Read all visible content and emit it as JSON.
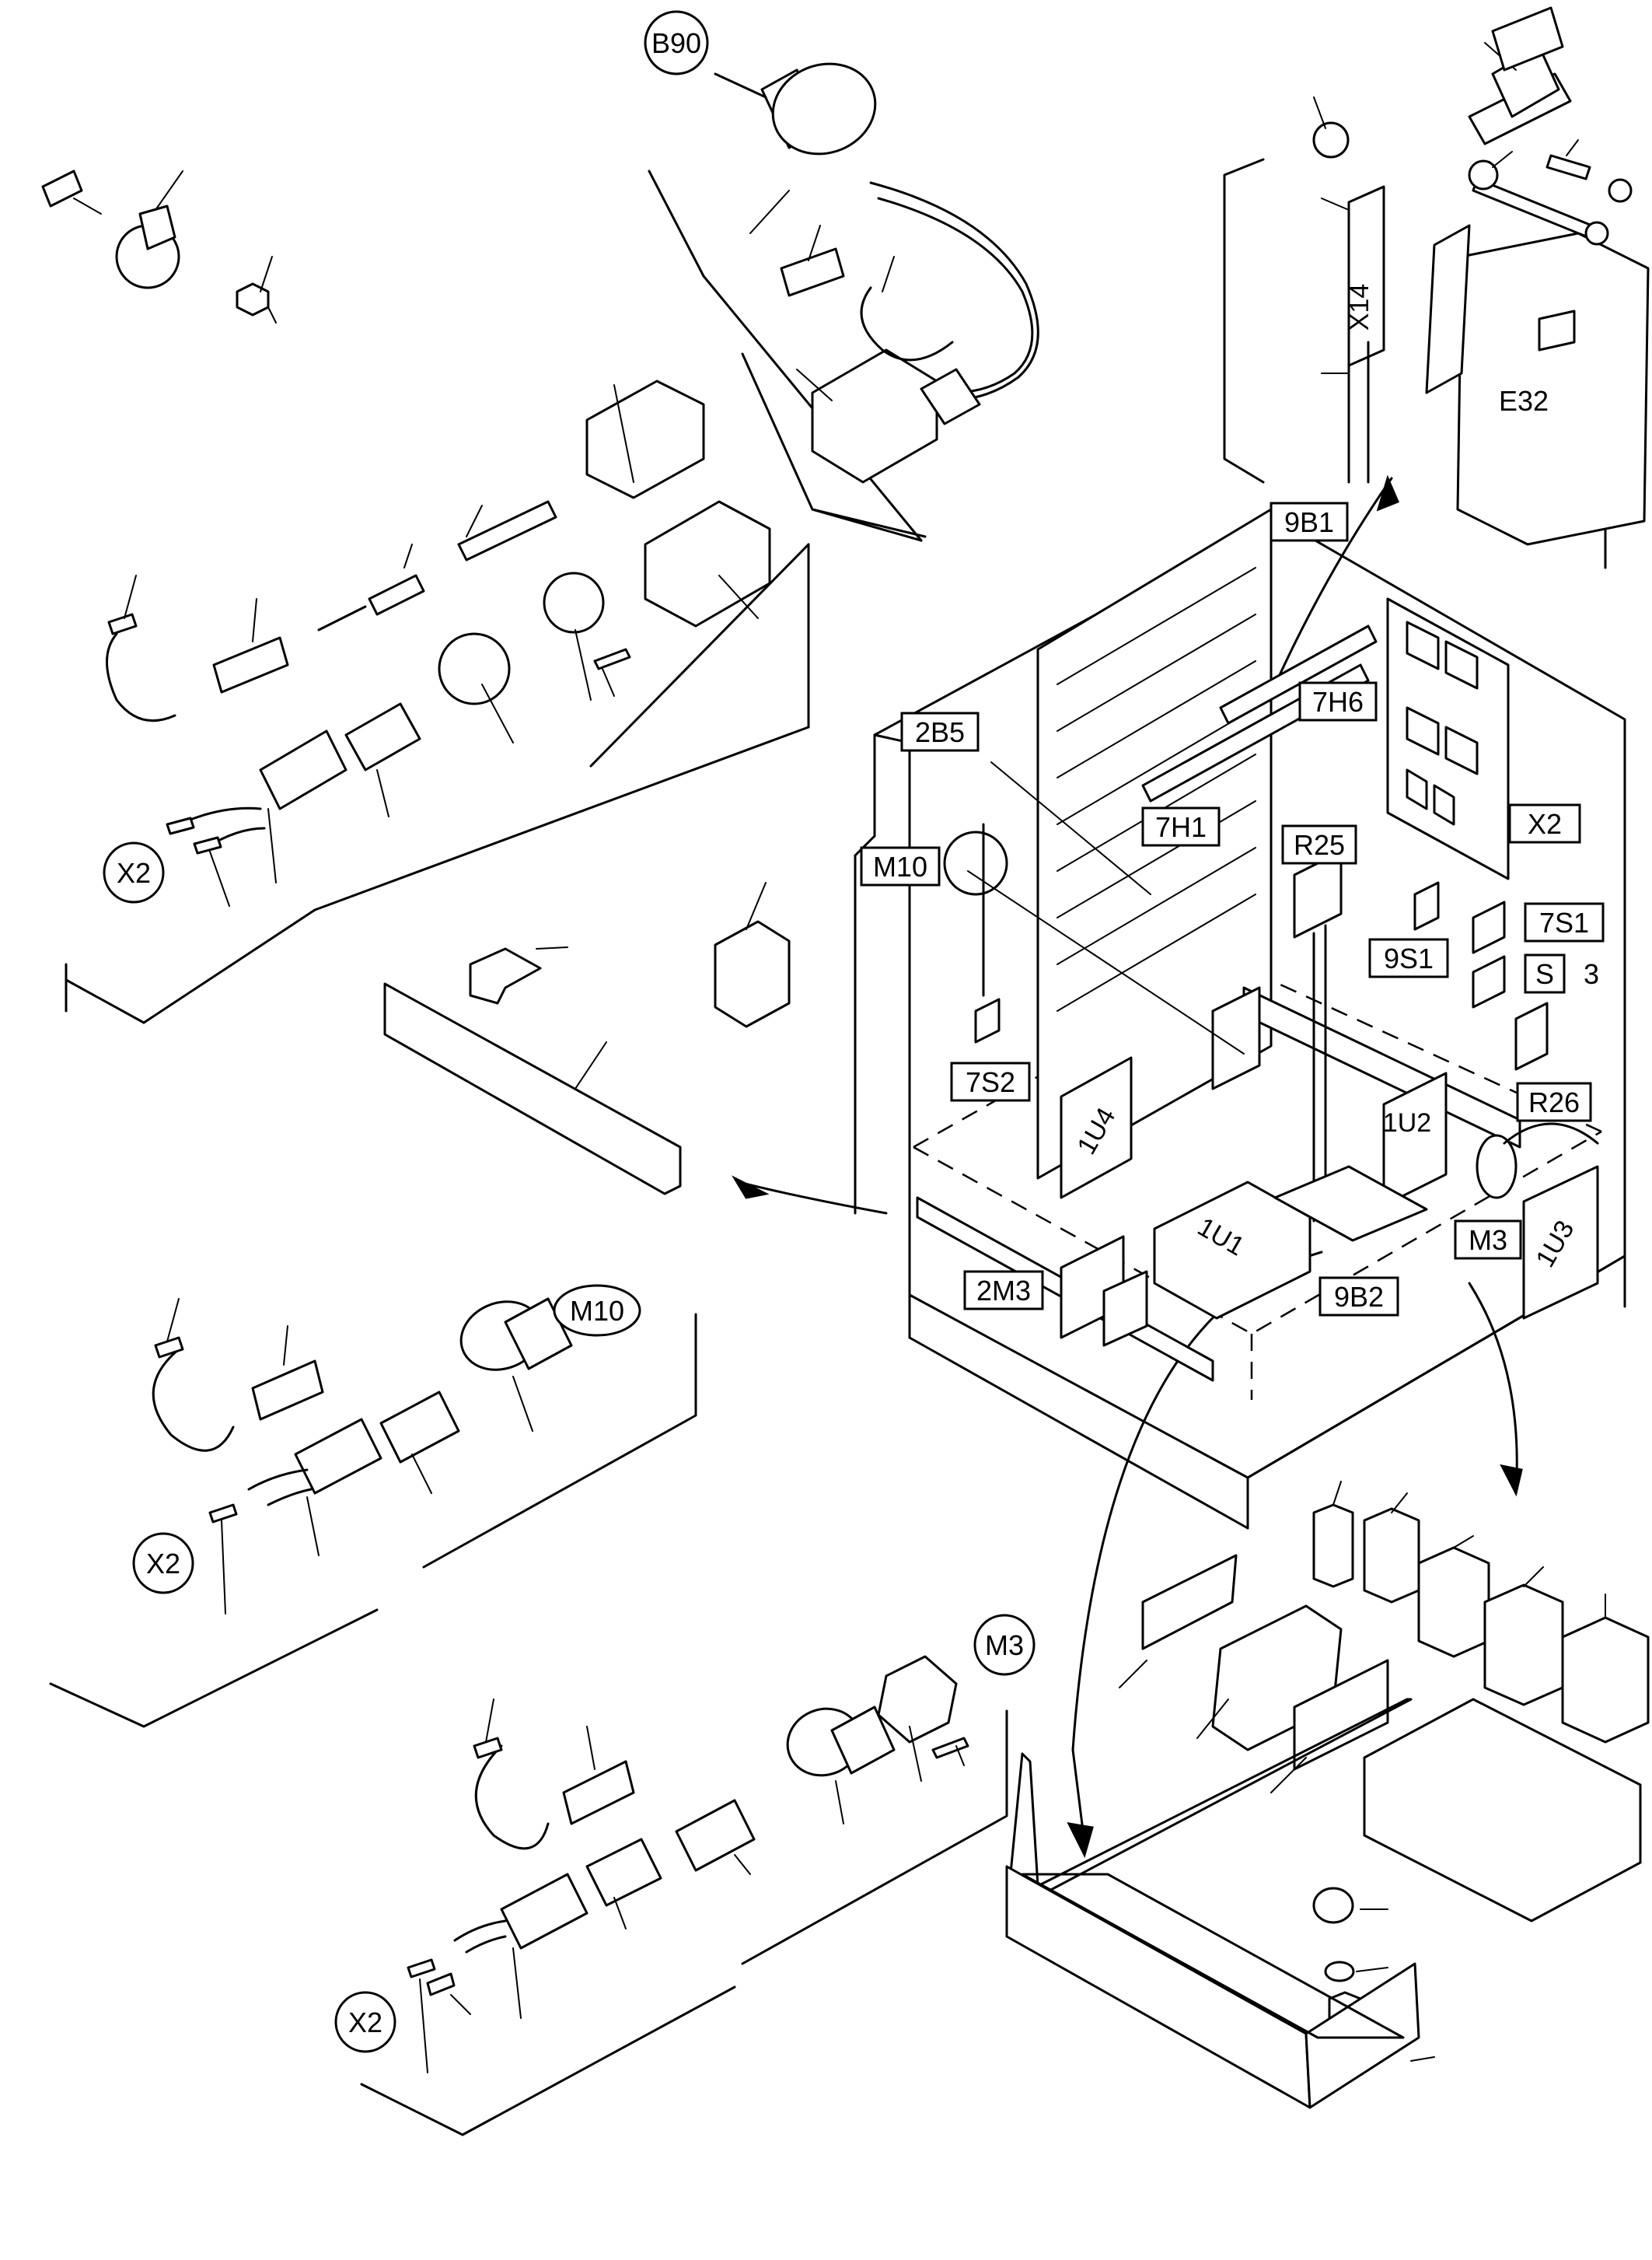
{
  "labels": {
    "B90": "B90",
    "E32": "E32",
    "X14": "X14",
    "9B1": "9B1",
    "7H6": "7H6",
    "2B5": "2B5",
    "7H1": "7H1",
    "R25": "R25",
    "X2_panel": "X2",
    "M10_panel": "M10",
    "7S1": "7S1",
    "S3_s": "S",
    "S3_n": "3",
    "9S1": "9S1",
    "7S2": "7S2",
    "R26": "R26",
    "1U4": "1U4",
    "1U2": "1U2",
    "1U1": "1U1",
    "M3_panel": "M3",
    "1U3": "1U3",
    "2M3": "2M3",
    "9B2": "9B2",
    "M10_detail": "M10",
    "M3_detail": "M3",
    "X2_top": "X2",
    "X2_mid": "X2",
    "X2_bottom": "X2"
  }
}
